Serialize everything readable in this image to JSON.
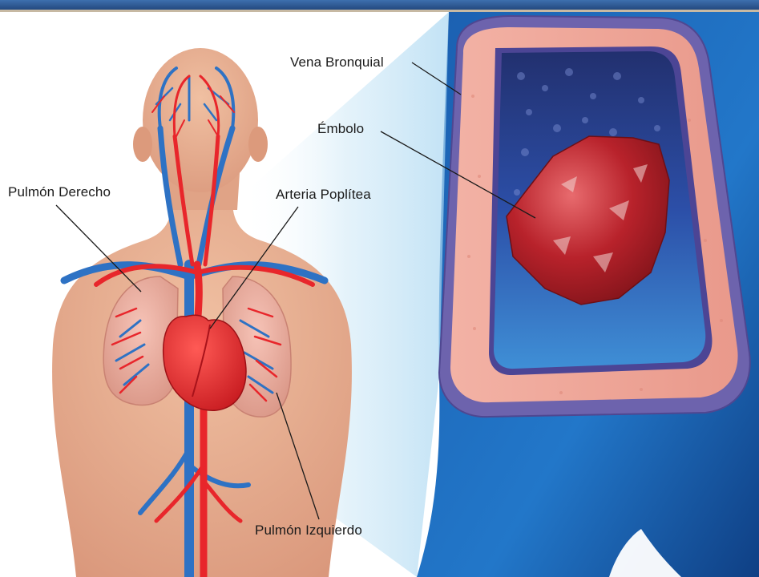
{
  "diagram": {
    "labels": {
      "vena_bronquial": "Vena Bronquial",
      "embolo": "Émbolo",
      "pulmon_derecho": "Pulmón Derecho",
      "arteria_poplitea": "Arteria Poplítea",
      "pulmon_izquierdo": "Pulmón Izquierdo"
    }
  },
  "colors": {
    "top_bar": "#2f5d9c",
    "skin": "#e2a98a",
    "artery": "#e8262b",
    "vein": "#2e72c4",
    "vessel_wall_outer": "#6d63ad",
    "vessel_wall_inner": "#f2a79a",
    "blood_lumen": "#1f3a8a",
    "clot": "#b8222b",
    "background_blue": "#1d68b5"
  },
  "icons": [
    "human-torso-icon",
    "heart-icon",
    "blood-vessel-icon",
    "blood-clot-icon"
  ]
}
